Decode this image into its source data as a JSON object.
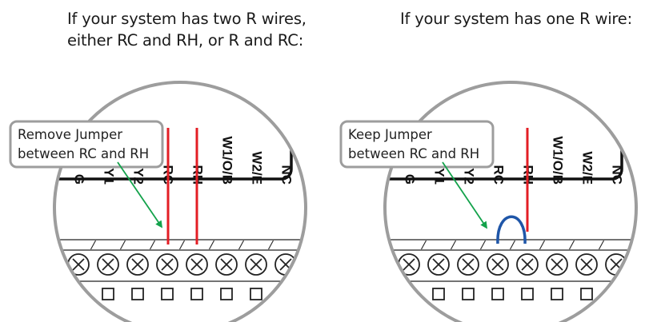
{
  "headings": {
    "left_line1": "If your system has two R wires,",
    "left_line2": "either RC and RH, or R and RC:",
    "right": "If your system has one R wire:"
  },
  "callouts": {
    "left_line1": "Remove Jumper",
    "left_line2": "between RC and RH",
    "right_line1": "Keep Jumper",
    "right_line2": "between RC and RH"
  },
  "terminals": [
    "G",
    "Y1",
    "Y2",
    "RC",
    "RH",
    "W1/O/B",
    "W2/E",
    "NC"
  ],
  "colors": {
    "wire_red": "#e31e24",
    "jumper_blue": "#1f56a8",
    "arrow_green": "#13a24b",
    "outline_gray": "#9d9d9d",
    "frame_black": "#111111"
  }
}
